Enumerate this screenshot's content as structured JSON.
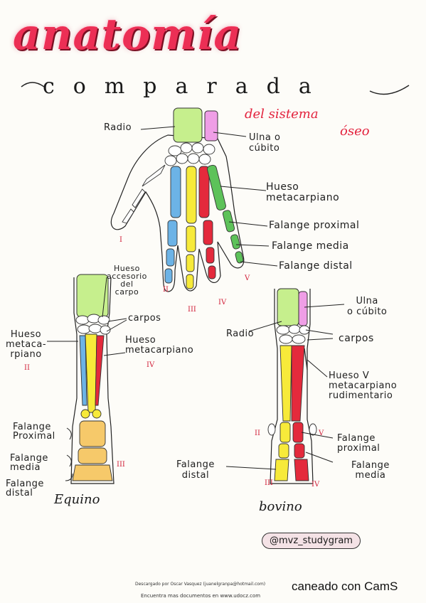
{
  "title": "anatomía",
  "subtitle": "comparada",
  "subtitle2": {
    "line1": "del sistema",
    "line2": "óseo"
  },
  "human_labels": {
    "radio": "Radio",
    "ulna": "Ulna o\ncúbito",
    "metacarpiano": "Hueso\nmetacarpiano",
    "f_proximal": "Falange proximal",
    "f_media": "Falange media",
    "f_distal": "Falange distal",
    "roman": [
      "I",
      "II",
      "III",
      "IV",
      "V"
    ]
  },
  "equine_labels": {
    "accesorio": "Hueso\naccesorio\ndel\ncarpo",
    "carpos": "carpos",
    "metacarpiano_left": "Hueso\nmetaca-\nrpiano",
    "roman_left": "II",
    "metacarpiano_right": "Hueso\nmetacarpiano",
    "roman_right": "IV",
    "f_proximal": "Falange\nProximal",
    "f_media": "Falange\nmedia",
    "f_distal": "Falange\ndistal",
    "roman_digit": "III",
    "name": "Equino"
  },
  "bovine_labels": {
    "ulna": "Ulna\no cúbito",
    "radio": "Radio",
    "carpos": "carpos",
    "metacarpiano": "Hueso V\nmetacarpiano\nrudimentario",
    "f_proximal": "Falange\nproximal",
    "f_media": "Falange\nmedia",
    "f_distal": "Falange\ndistal",
    "roman": [
      "II",
      "III",
      "IV",
      "V"
    ],
    "name": "bovino"
  },
  "handle": "@mvz_studygram",
  "footer": {
    "line1": "Descargado por Oscar Vasquez (juanelgranpa@hotmail.com)",
    "line2": "Encuentra mas documentos en www.udocz.com",
    "scanner": "caneado con CamS"
  },
  "colors": {
    "radio": "#c6ef8d",
    "ulna": "#ef9ee6",
    "digit2": "#6cb3e6",
    "digit3": "#f7ea3a",
    "digit4": "#e42a3c",
    "digit5": "#5dc25a",
    "equine_phalanx": "#f6c96a"
  }
}
